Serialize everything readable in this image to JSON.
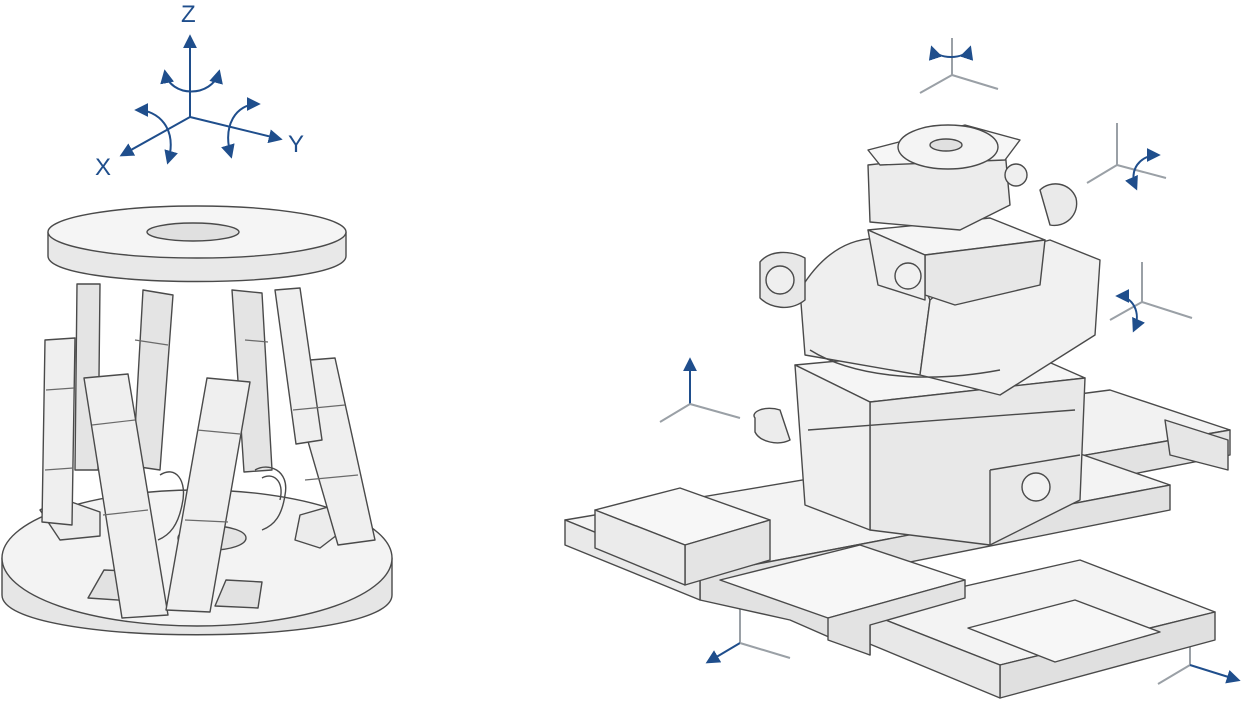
{
  "axes": {
    "z_label": "Z",
    "x_label": "X",
    "y_label": "Y"
  },
  "colors": {
    "axis_blue": "#1f4e8c",
    "axis_gray": "#9aa0a6",
    "part_fill": "#eeeeee",
    "part_fill_light": "#f6f6f6",
    "part_fill_dark": "#dcdcdc",
    "outline": "#4a4a4a"
  }
}
